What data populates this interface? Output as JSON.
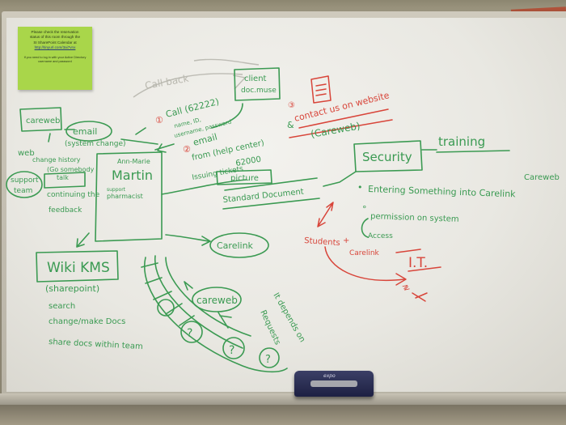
{
  "sticky_note": {
    "line1": "Please check the reservation",
    "line2": "status of this room through the",
    "line3": "SI SharePoint Calendar at",
    "link": "http://tinyurl.com/3ai7vnx",
    "small1": "If you need to log in with your Active Directory",
    "small2": "username and password"
  },
  "whiteboard": {
    "careweb_top_left": "careweb",
    "email_left": "email",
    "system_change": "(system change)",
    "web": "web",
    "change_history": "change history",
    "go_somebody": "(Go somebody",
    "talk": "talk",
    "support_team": "support",
    "team": "team",
    "continuing": "continuing the",
    "feedback": "feedback",
    "call_back": "Call back",
    "client_doc": "client",
    "client_doc2": "doc.muse",
    "call": "Call (62222)",
    "name_id": "name, ID,",
    "username_password": "username, password",
    "email_mid": "email",
    "from_help": "from (help center)",
    "ext": "62000",
    "issuing_tickets": "Issuing tickets",
    "picture": "picture",
    "standard_document": "Standard Document",
    "contacts_website": "contact us on website",
    "careweb_mid": "(Careweb)",
    "ann_marie": "Ann-Marie",
    "martin": "Martin",
    "support_line": "support",
    "pharmacist": "pharmacist",
    "security": "Security",
    "training": "training",
    "careweb_right": "Careweb",
    "entering": "Entering Something into Carelink",
    "permission": "permission on system",
    "access": "Access",
    "students": "Students",
    "carelink_red": "Carelink",
    "it": "I.T.",
    "carelink_box": "Carelink",
    "wiki_kms": "Wiki KMS",
    "sharepoint": "(sharepoint)",
    "search": "search",
    "change_docs": "change/make Docs",
    "share_docs": "share docs within team",
    "careweb_bottom": "careweb",
    "depends_on": "It depends on",
    "requests": "Requests",
    "q": "?",
    "num1": "1",
    "num2": "2",
    "num3": "3"
  },
  "eraser": {
    "brand": "expo"
  }
}
